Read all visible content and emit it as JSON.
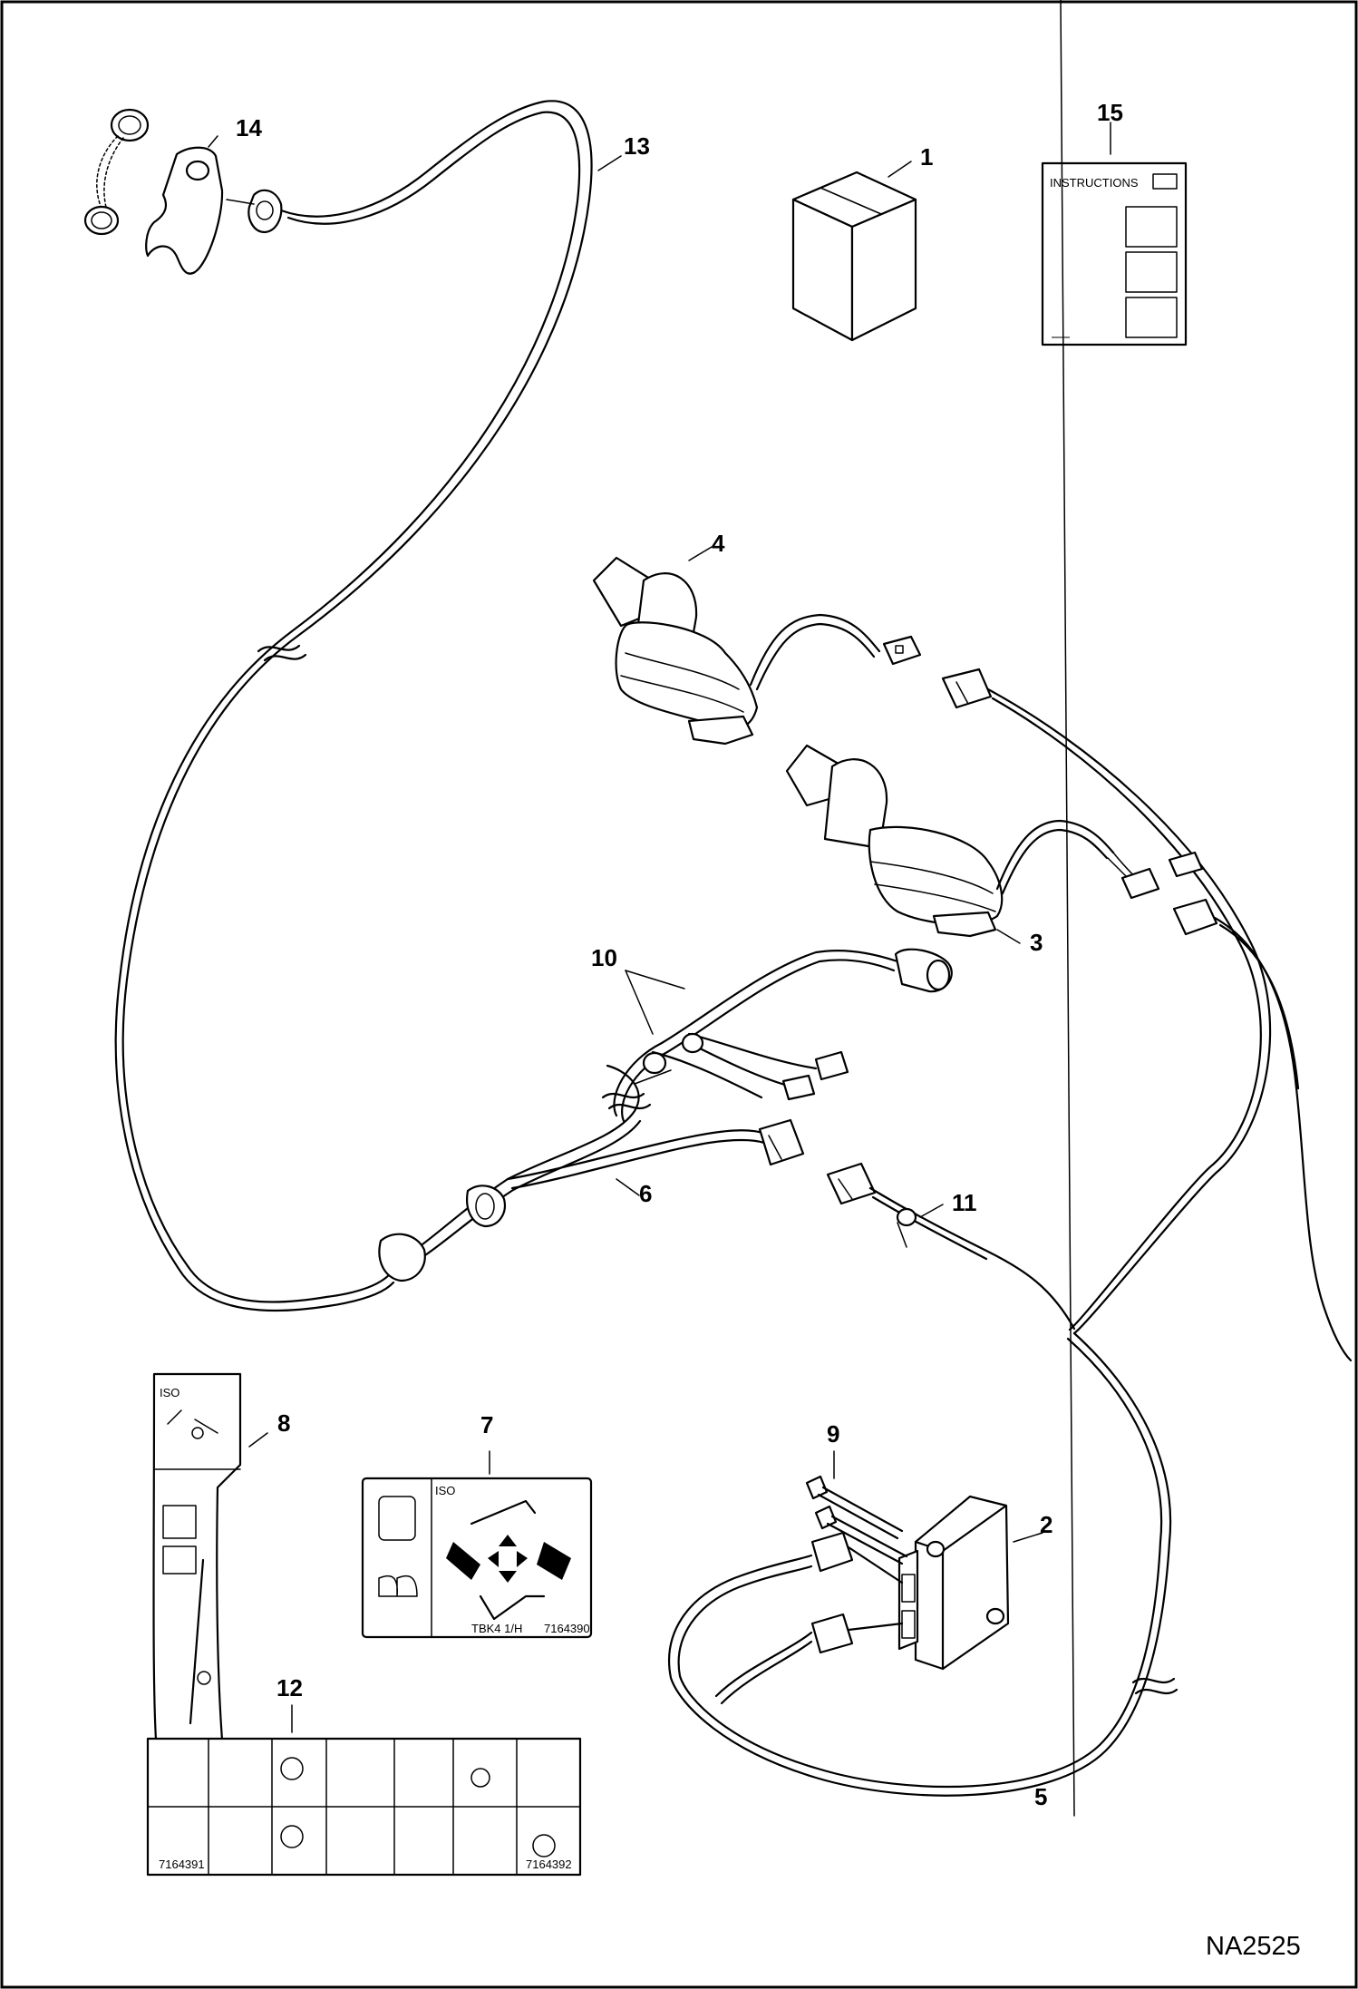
{
  "callouts": [
    {
      "id": "1",
      "label": "1"
    },
    {
      "id": "2",
      "label": "2"
    },
    {
      "id": "3",
      "label": "3"
    },
    {
      "id": "4",
      "label": "4"
    },
    {
      "id": "5",
      "label": "5"
    },
    {
      "id": "6",
      "label": "6"
    },
    {
      "id": "7",
      "label": "7"
    },
    {
      "id": "8",
      "label": "8"
    },
    {
      "id": "9",
      "label": "9"
    },
    {
      "id": "10",
      "label": "10"
    },
    {
      "id": "11",
      "label": "11"
    },
    {
      "id": "12",
      "label": "12"
    },
    {
      "id": "13",
      "label": "13"
    },
    {
      "id": "14",
      "label": "14"
    },
    {
      "id": "15",
      "label": "15"
    }
  ],
  "instructions_sheet": {
    "title": "INSTRUCTIONS"
  },
  "decals": {
    "iso_label": "ISO",
    "decal7_left_code": "TBK4 1/H",
    "decal7_right_code": "7164390",
    "decal12_left_code": "7164391",
    "decal12_right_code": "7164392"
  },
  "drawing_number": "NA2525"
}
